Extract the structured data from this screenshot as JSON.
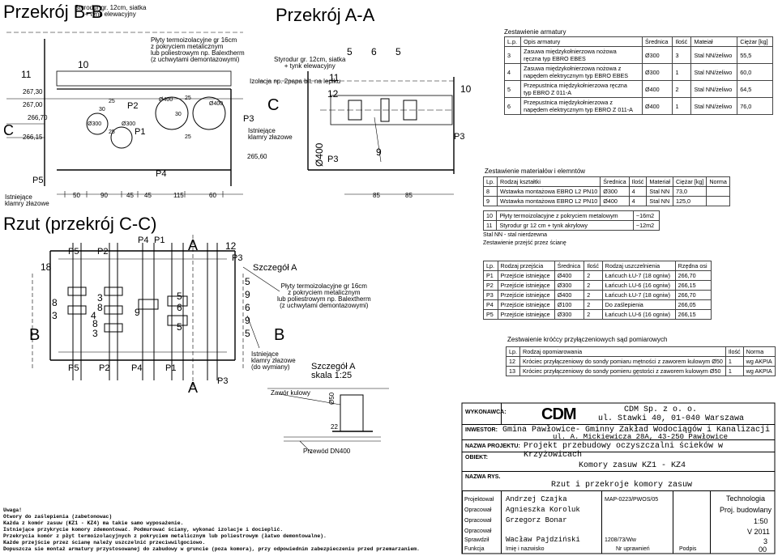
{
  "titles": {
    "section_b": "Przekrój B-B",
    "section_a": "Przekrój A-A",
    "plan": "Rzut (przekrój C-C)",
    "detail_a": "Szczegół A",
    "detail_a_scale": "Szczegół A\nskala 1:25"
  },
  "section_b": {
    "lbl_styrodur": "Styrodur gr. 12cm, siatka\n+ tynk elewacyjny",
    "lbl_plyty": "Płyty termoizolacyjne gr 16cm\nz pokryciem metalicznym\nlub poliestrowym np. Balextherm\n(z uchwytami demontazowymi)",
    "lbl_klamry": "Istniejące\nklamry złazowe",
    "lvl_267_30": "267,30",
    "lvl_267_00": "267,00",
    "lvl_266_70": "266,70",
    "lvl_266_15": "266,15",
    "n11": "11",
    "n10": "10",
    "c": "C",
    "p5": "P5",
    "p2": "P2",
    "p1": "P1",
    "p4": "P4",
    "d_o300a": "Ø300",
    "d_o300b": "Ø300",
    "d_o400a": "Ø400",
    "d_o400b": "Ø400",
    "d30a": "30",
    "d25a": "25",
    "d25b": "25",
    "d30b": "30",
    "d25c": "25",
    "d25d": "25",
    "dims": [
      "50",
      "90",
      "45",
      "45",
      "115",
      "60"
    ]
  },
  "section_a": {
    "lbl_styrodur": "Styrodur gr. 12cm, siatka\n+ tynk elewacyjny",
    "lbl_izol": "Izolacja np. 2papa bit. na lepiku",
    "lbl_klamry": "Istniejące\nklamry złazowe",
    "lvl_265_60": "265,60",
    "n5a": "5",
    "n6": "6",
    "n5b": "5",
    "n11": "11",
    "n12": "12",
    "n10": "10",
    "n9": "9",
    "p3a": "P3",
    "p3b": "P3",
    "p3c": "P3",
    "c": "C",
    "d_o400": "Ø400",
    "dims": [
      "85",
      "85"
    ]
  },
  "plan": {
    "n18": "18",
    "p5": "P5",
    "p2": "P2",
    "p4": "P4",
    "p1": "P1",
    "a": "A",
    "n12": "12",
    "p3": "P3",
    "n8a": "8",
    "n3a": "3",
    "n3b": "3",
    "n8b": "8",
    "n4": "4",
    "n8c": "8",
    "n3c": "3",
    "n9": "9",
    "n5a": "5",
    "n6": "6",
    "n5b": "5",
    "b": "B",
    "right_nums": [
      "5",
      "9",
      "6",
      "9",
      "5"
    ],
    "p5b": "P5",
    "p2b": "P2",
    "p4b": "P4",
    "p1b": "P1",
    "ab": "A",
    "p3b": "P3",
    "bb": "B",
    "lbl_plyty": "Płyty termoizolacyjne gr 16cm\nz pokryciem metalicznym\nlub poliestrowym np. Balextherm\n(z uchwytami demontazowymi)",
    "lbl_klamry": "Istniejące\nklamry złazowe\n(do wymiany)"
  },
  "detail": {
    "zawor": "Zawór kulowy",
    "o50": "Ø50",
    "n22": "22",
    "przewod": "Przewód DN400"
  },
  "armatura": {
    "title": "Zestawienie armatury",
    "headers": [
      "L.p.",
      "Opis armatury",
      "Średnica",
      "Ilość",
      "Mateiał",
      "Ciężar [kg]"
    ],
    "rows": [
      [
        "3",
        "Zasuwa międzykołnierzowa nożowa\nręczna typ EBRO EBES",
        "Ø300",
        "3",
        "Stal NN/żeliwo",
        "55,5"
      ],
      [
        "4",
        "Zasuwa międzykołnierzowa nożowa z\nnapędem elektrycznym typ EBRO EBES",
        "Ø300",
        "1",
        "Stal NN/żeliwo",
        "60,0"
      ],
      [
        "5",
        "Przepustnica międzykołnierzowa ręczna\ntyp EBRO Z 011-A",
        "Ø400",
        "2",
        "Stal NN/żeliwo",
        "64,5"
      ],
      [
        "6",
        "Przepustnica międzykołnierzowa z\nnapędem elektrycznym typ EBRO Z 011-A",
        "Ø400",
        "1",
        "Stal NN/żeliwo",
        "76,0"
      ]
    ]
  },
  "materialy": {
    "title": "Zestawienie materiałów i elemntów",
    "headers": [
      "Lp.",
      "Rodzaj kształtki",
      "Średnica",
      "Ilość",
      "Materiał",
      "Ciężar [kg]",
      "Norma"
    ],
    "rows": [
      [
        "8",
        "Wstawka montażowa EBRO L2 PN10",
        "Ø300",
        "4",
        "Stal NN",
        "73,0",
        ""
      ],
      [
        "9",
        "Wstawka montażowa EBRO L2 PN10",
        "Ø400",
        "4",
        "Stal NN",
        "125,0",
        ""
      ]
    ],
    "row10": [
      "10",
      "Płyty termoizolacyjne z pokryciem metalowym",
      "~16m2"
    ],
    "row11": [
      "11",
      "Styrodur gr 12 cm + tynk akrylowy",
      "~12m2"
    ],
    "note1": "Stal NN - stal nierdzewna",
    "note2": "Zestawienie przejść przez ścianę"
  },
  "przejscia": {
    "headers": [
      "Lp.",
      "Rodzaj przejścia",
      "Średnica",
      "Ilość",
      "Rodzaj uszczelnienia",
      "Rzędna osi"
    ],
    "rows": [
      [
        "P1",
        "Przejście istniejące",
        "Ø400",
        "2",
        "Łańcuch ŁU-7 (18 ogniw)",
        "266,70"
      ],
      [
        "P2",
        "Przejście istniejące",
        "Ø300",
        "2",
        "Łańcuch LU-6 (16 ogniw)",
        "266,15"
      ],
      [
        "P3",
        "Przejście istniejące",
        "Ø400",
        "2",
        "Łańcuch ŁU-7 (18 ogniw)",
        "266,70"
      ],
      [
        "P4",
        "Przejście istniejące",
        "Ø100",
        "2",
        "Do zaślepienia",
        "266,05"
      ],
      [
        "P5",
        "Przejście istniejące",
        "Ø300",
        "2",
        "Łańcuch LU-6 (16 ogniw)",
        "266,15"
      ]
    ]
  },
  "krocce": {
    "title": "Zestwaienie króćcy przyłączeniowych sąd pomiarowych",
    "headers": [
      "Lp.",
      "Rodzaj opomiarowania",
      "Ilość",
      "Norma"
    ],
    "rows": [
      [
        "12",
        "Króciec przyłączeniowy do sondy pomiaru mętności z zaworem kulowym Ø50",
        "1",
        "wg AKPIA"
      ],
      [
        "13",
        "Króciec przyłączeniowy do sondy pomieru gęstości z zaworem kulowym Ø50",
        "1",
        "wg AKPIA"
      ]
    ]
  },
  "titleblock": {
    "wykonawca_lbl": "WYKONAWCA:",
    "logo": "CDM",
    "company": "CDM Sp. z o. o.",
    "address": "ul. Stawki 40, 01-040 Warszawa",
    "inwestor_lbl": "INWESTOR:",
    "inwestor": "Gmina Pawłowice- Gminny Zakład Wodociągów i Kanalizacji",
    "inwestor_addr": "ul. A. Mickiewicza 28A, 43-250 Pawłowice",
    "projekt_lbl": "NAZWA PROJEKTU:",
    "projekt": "Projekt przebudowy oczyszczalni ścieków w Krzyżowicach",
    "obiekt_lbl": "OBIEKT:",
    "obiekt": "Komory zasuw KZ1 - KZ4",
    "rys_lbl": "NAZWA RYS.",
    "rys": "Rzut i przekroje komory zasuw",
    "roles": [
      "Projektował",
      "Opracował",
      "Opracował",
      "Opracował",
      "Sprawdził",
      "Funkcja"
    ],
    "names": [
      "Andrzej Czajka",
      "Agnieszka Koroluk",
      "Grzegorz Bonar",
      "",
      "Wacław Pajdziński",
      "Imię i nazwisko"
    ],
    "nums": [
      "MAP-0223/PWOS/05",
      "",
      "",
      "",
      "1208/73/Ww",
      "Nr uprawnień"
    ],
    "podpis": "Podpis",
    "branza": "Technologia",
    "faza": "Proj. budowlany",
    "skala": "1:50",
    "data": "V 2011",
    "nr_rys": "3",
    "nr_rew": "00"
  },
  "uwagi": [
    "Uwaga!",
    "Otwory do zaślepienia (zabetonowac)",
    "Każda z komór zasuw (KZ1 - KZ4) ma takie samo wyposażenie.",
    "Istniejące przykrycie komory zdemontować. Podmurować ściany, wykonać izolacje i docieplić.",
    "Przekrycia komór z płyt termoizolacyjnych z pokryciem metalicznym lub poliestrowym (łatwo demontowalne).",
    "Każde przejście przez ścianę należy uszczelnić przeciwwilgociowo.",
    "Dopuszcza sie montaż armatury przystosowanej do zabudowy w gruncie (poza komora), przy odpowiednim zabezpieczeniu przed przemarzaniem."
  ]
}
